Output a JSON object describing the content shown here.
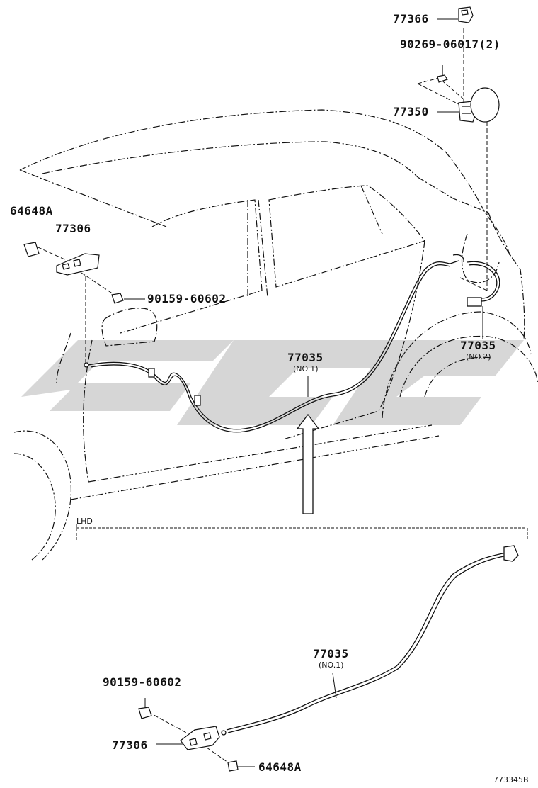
{
  "labels": {
    "p77366": "77366",
    "p90269": "90269-06017(2)",
    "p77350": "77350",
    "p64648a_top": "64648A",
    "p77306_top": "77306",
    "p90159_top": "90159-60602",
    "p77035_no1_top": "77035",
    "p77035_no1_top_sub": "(NO.1)",
    "p77035_no2": "77035",
    "p77035_no2_sub": "(NO.2)",
    "lhd": "LHD",
    "p77035_no1_bot": "77035",
    "p77035_no1_bot_sub": "(NO.1)",
    "p90159_bot": "90159-60602",
    "p77306_bot": "77306",
    "p64648a_bot": "64648A",
    "figure_ref": "773345B"
  },
  "colors": {
    "ink": "#111111",
    "watermark": "#d0d0d0"
  }
}
